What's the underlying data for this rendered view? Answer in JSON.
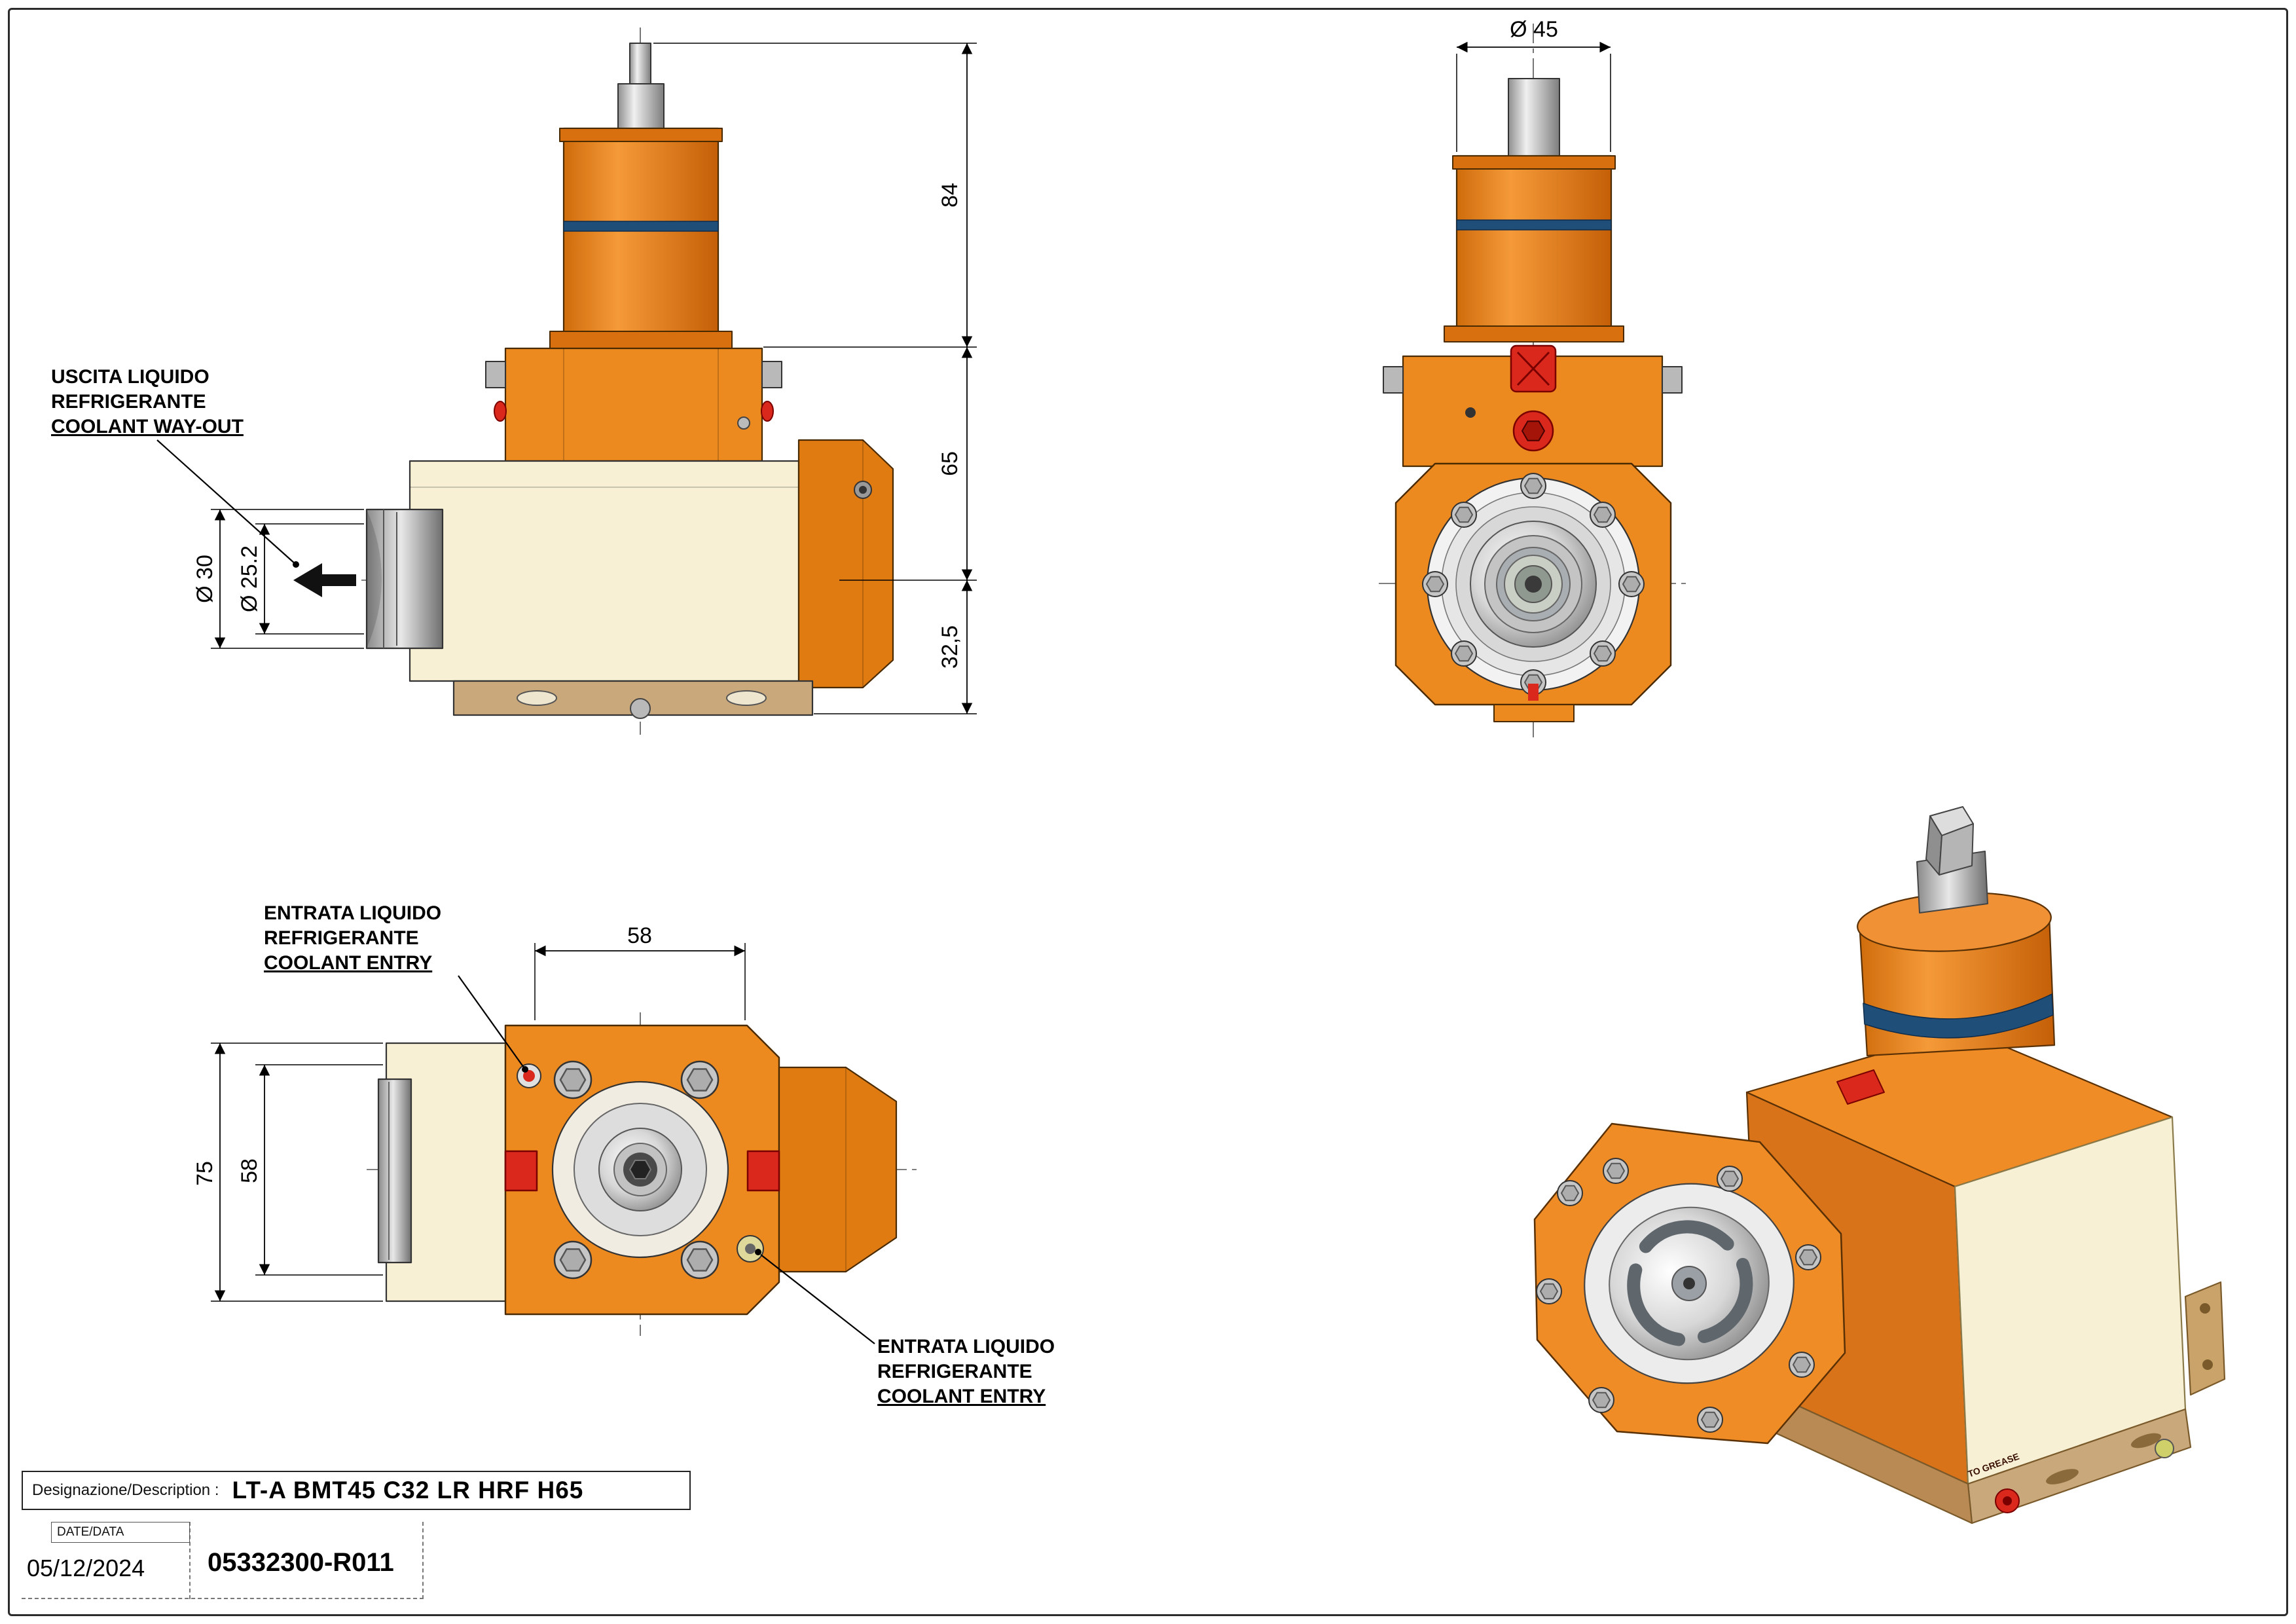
{
  "sheet": {
    "background": "#ffffff",
    "frame_color": "#2b2b2b"
  },
  "colors": {
    "orange": "#ED8A1F",
    "orange_dark": "#D9731A",
    "cream": "#F7F0D4",
    "tan": "#C9A87C",
    "blue_ring": "#1F4E79",
    "red": "#DA291C",
    "steel": "#C8C8C8"
  },
  "views": {
    "front": {
      "labels": {
        "coolant_out": [
          "USCITA LIQUIDO",
          "REFRIGERANTE",
          "COOLANT WAY-OUT"
        ]
      },
      "dims": {
        "h84": "84",
        "h65": "65",
        "h32_5": "32,5",
        "dia30": "Ø 30",
        "dia25": "Ø 25.2"
      }
    },
    "side": {
      "dims": {
        "dia45": "Ø 45"
      }
    },
    "bottom": {
      "labels": {
        "coolant_in_top": [
          "ENTRATA LIQUIDO",
          "REFRIGERANTE",
          "COOLANT ENTRY"
        ],
        "coolant_in_bottom": [
          "ENTRATA LIQUIDO",
          "REFRIGERANTE",
          "COOLANT ENTRY"
        ]
      },
      "dims": {
        "w58": "58",
        "h75": "75",
        "h58": "58"
      }
    },
    "iso": {
      "labels": {
        "to_grease": "TO GREASE"
      }
    }
  },
  "title_block": {
    "designation_label": "Designazione/Description :",
    "designation_value": "LT-A BMT45 C32 LR HRF H65",
    "date_label": "DATE/DATA",
    "date_value": "05/12/2024",
    "drawing_number": "05332300-R011"
  }
}
